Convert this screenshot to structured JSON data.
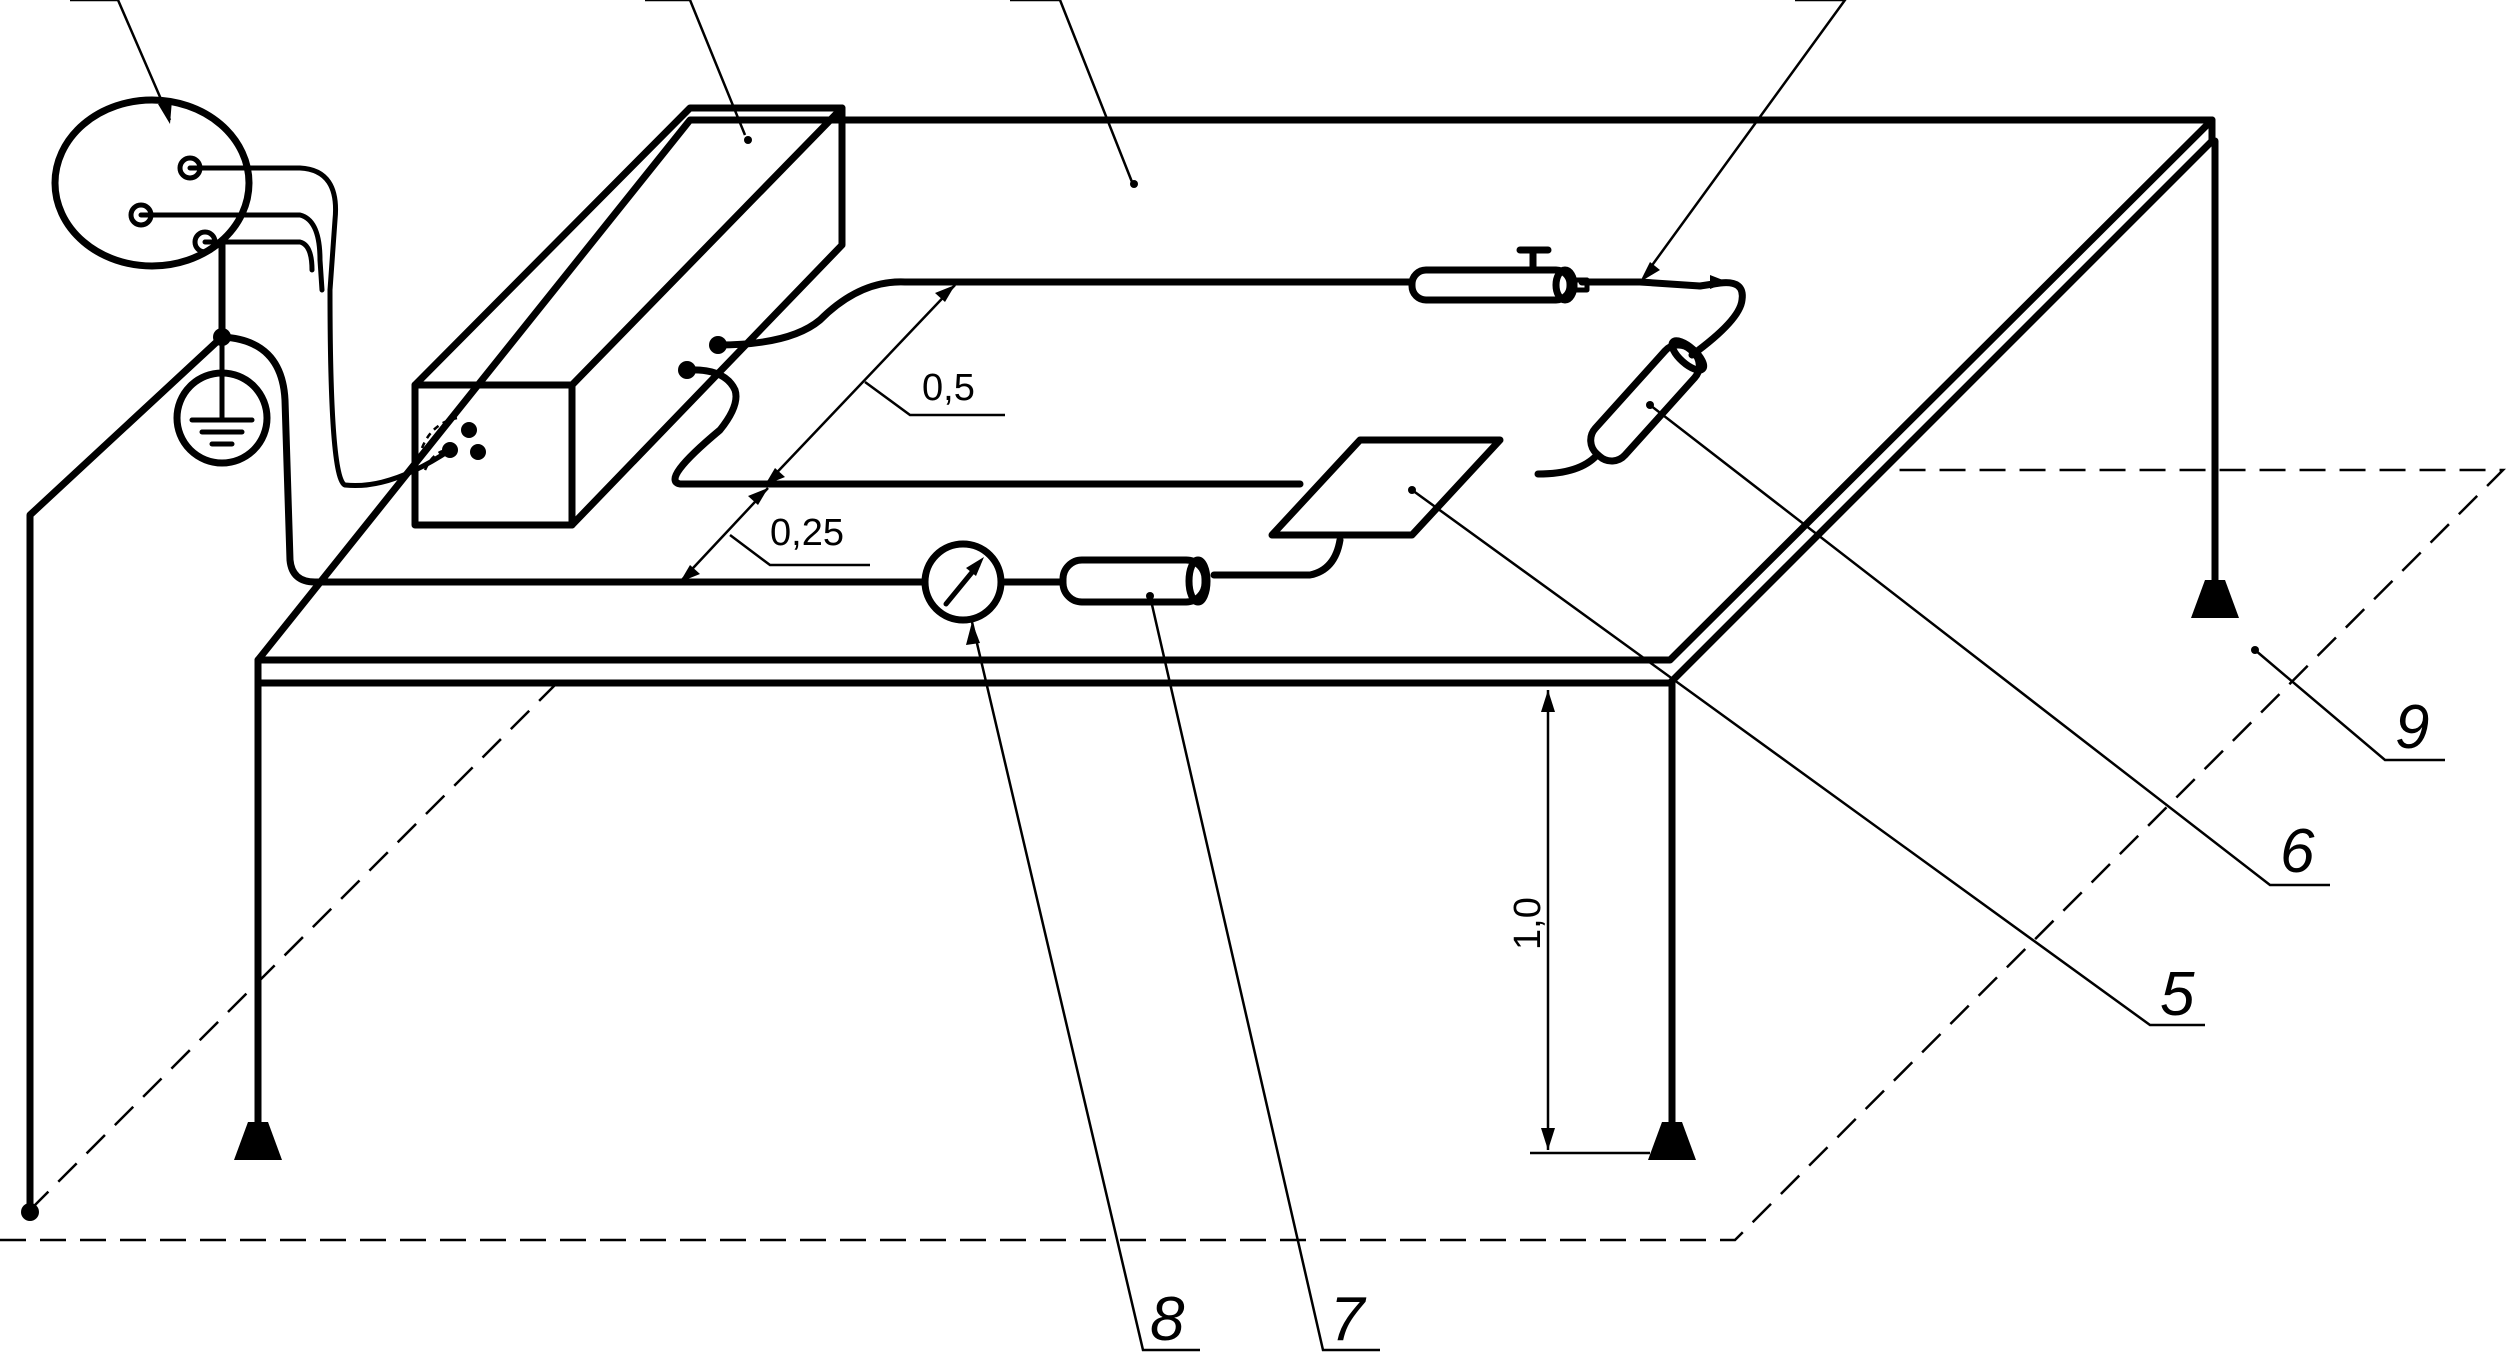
{
  "callouts": {
    "c5": "5",
    "c6": "6",
    "c7": "7",
    "c8": "8",
    "c9": "9"
  },
  "dimensions": {
    "d05": "0,5",
    "d025": "0,25",
    "d10": "1,0"
  }
}
